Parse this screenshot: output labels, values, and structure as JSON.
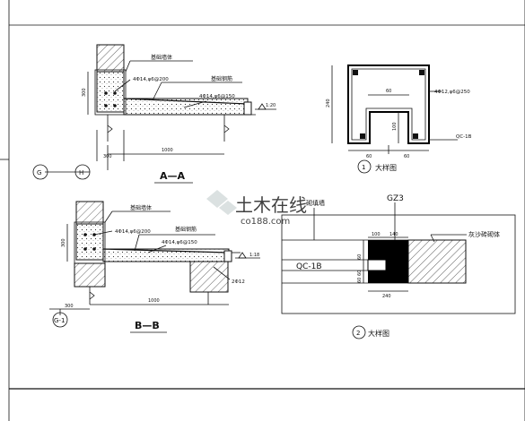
{
  "section_a": {
    "title": "A—A",
    "label_upper": "基础墙体",
    "label_lower": "基础钢筋",
    "rebar_1": "4Φ14,φ6@200",
    "rebar_2": "4Φ14,φ6@150",
    "dim_height": "300",
    "dim_length": "1000",
    "dim_width": "300",
    "slope": "1:20",
    "axis_g": "G",
    "axis_h": "H"
  },
  "section_b": {
    "title": "B—B",
    "label_upper": "基础墙体",
    "label_lower": "基础钢筋",
    "rebar_1": "4Φ14,φ6@200",
    "rebar_2": "4Φ14,φ6@150",
    "dim_height": "300",
    "dim_length": "1000",
    "dim_width": "300",
    "slope": "1:18",
    "bar": "2Φ12",
    "axis": "G-1"
  },
  "detail_1": {
    "number": "1",
    "title": "大样图",
    "rebar": "4Φ12,φ6@250",
    "dim_height": "240",
    "dim_inner": "60",
    "dim_opening": "100",
    "dim_bottom_left": "60",
    "dim_bottom_right": "60",
    "tag": "QC-1B"
  },
  "detail_2": {
    "number": "2",
    "title": "大样图",
    "label_left": "砌填墙",
    "label_col": "GZ3",
    "label_right": "灰沙砖砌体",
    "tag": "QC-1B",
    "dim_100": "100",
    "dim_140": "140",
    "dim_240": "240",
    "dim_side_a": "60",
    "dim_side_b": "60 60"
  },
  "watermark": {
    "text": "土木在线",
    "sub": "co188.com"
  }
}
